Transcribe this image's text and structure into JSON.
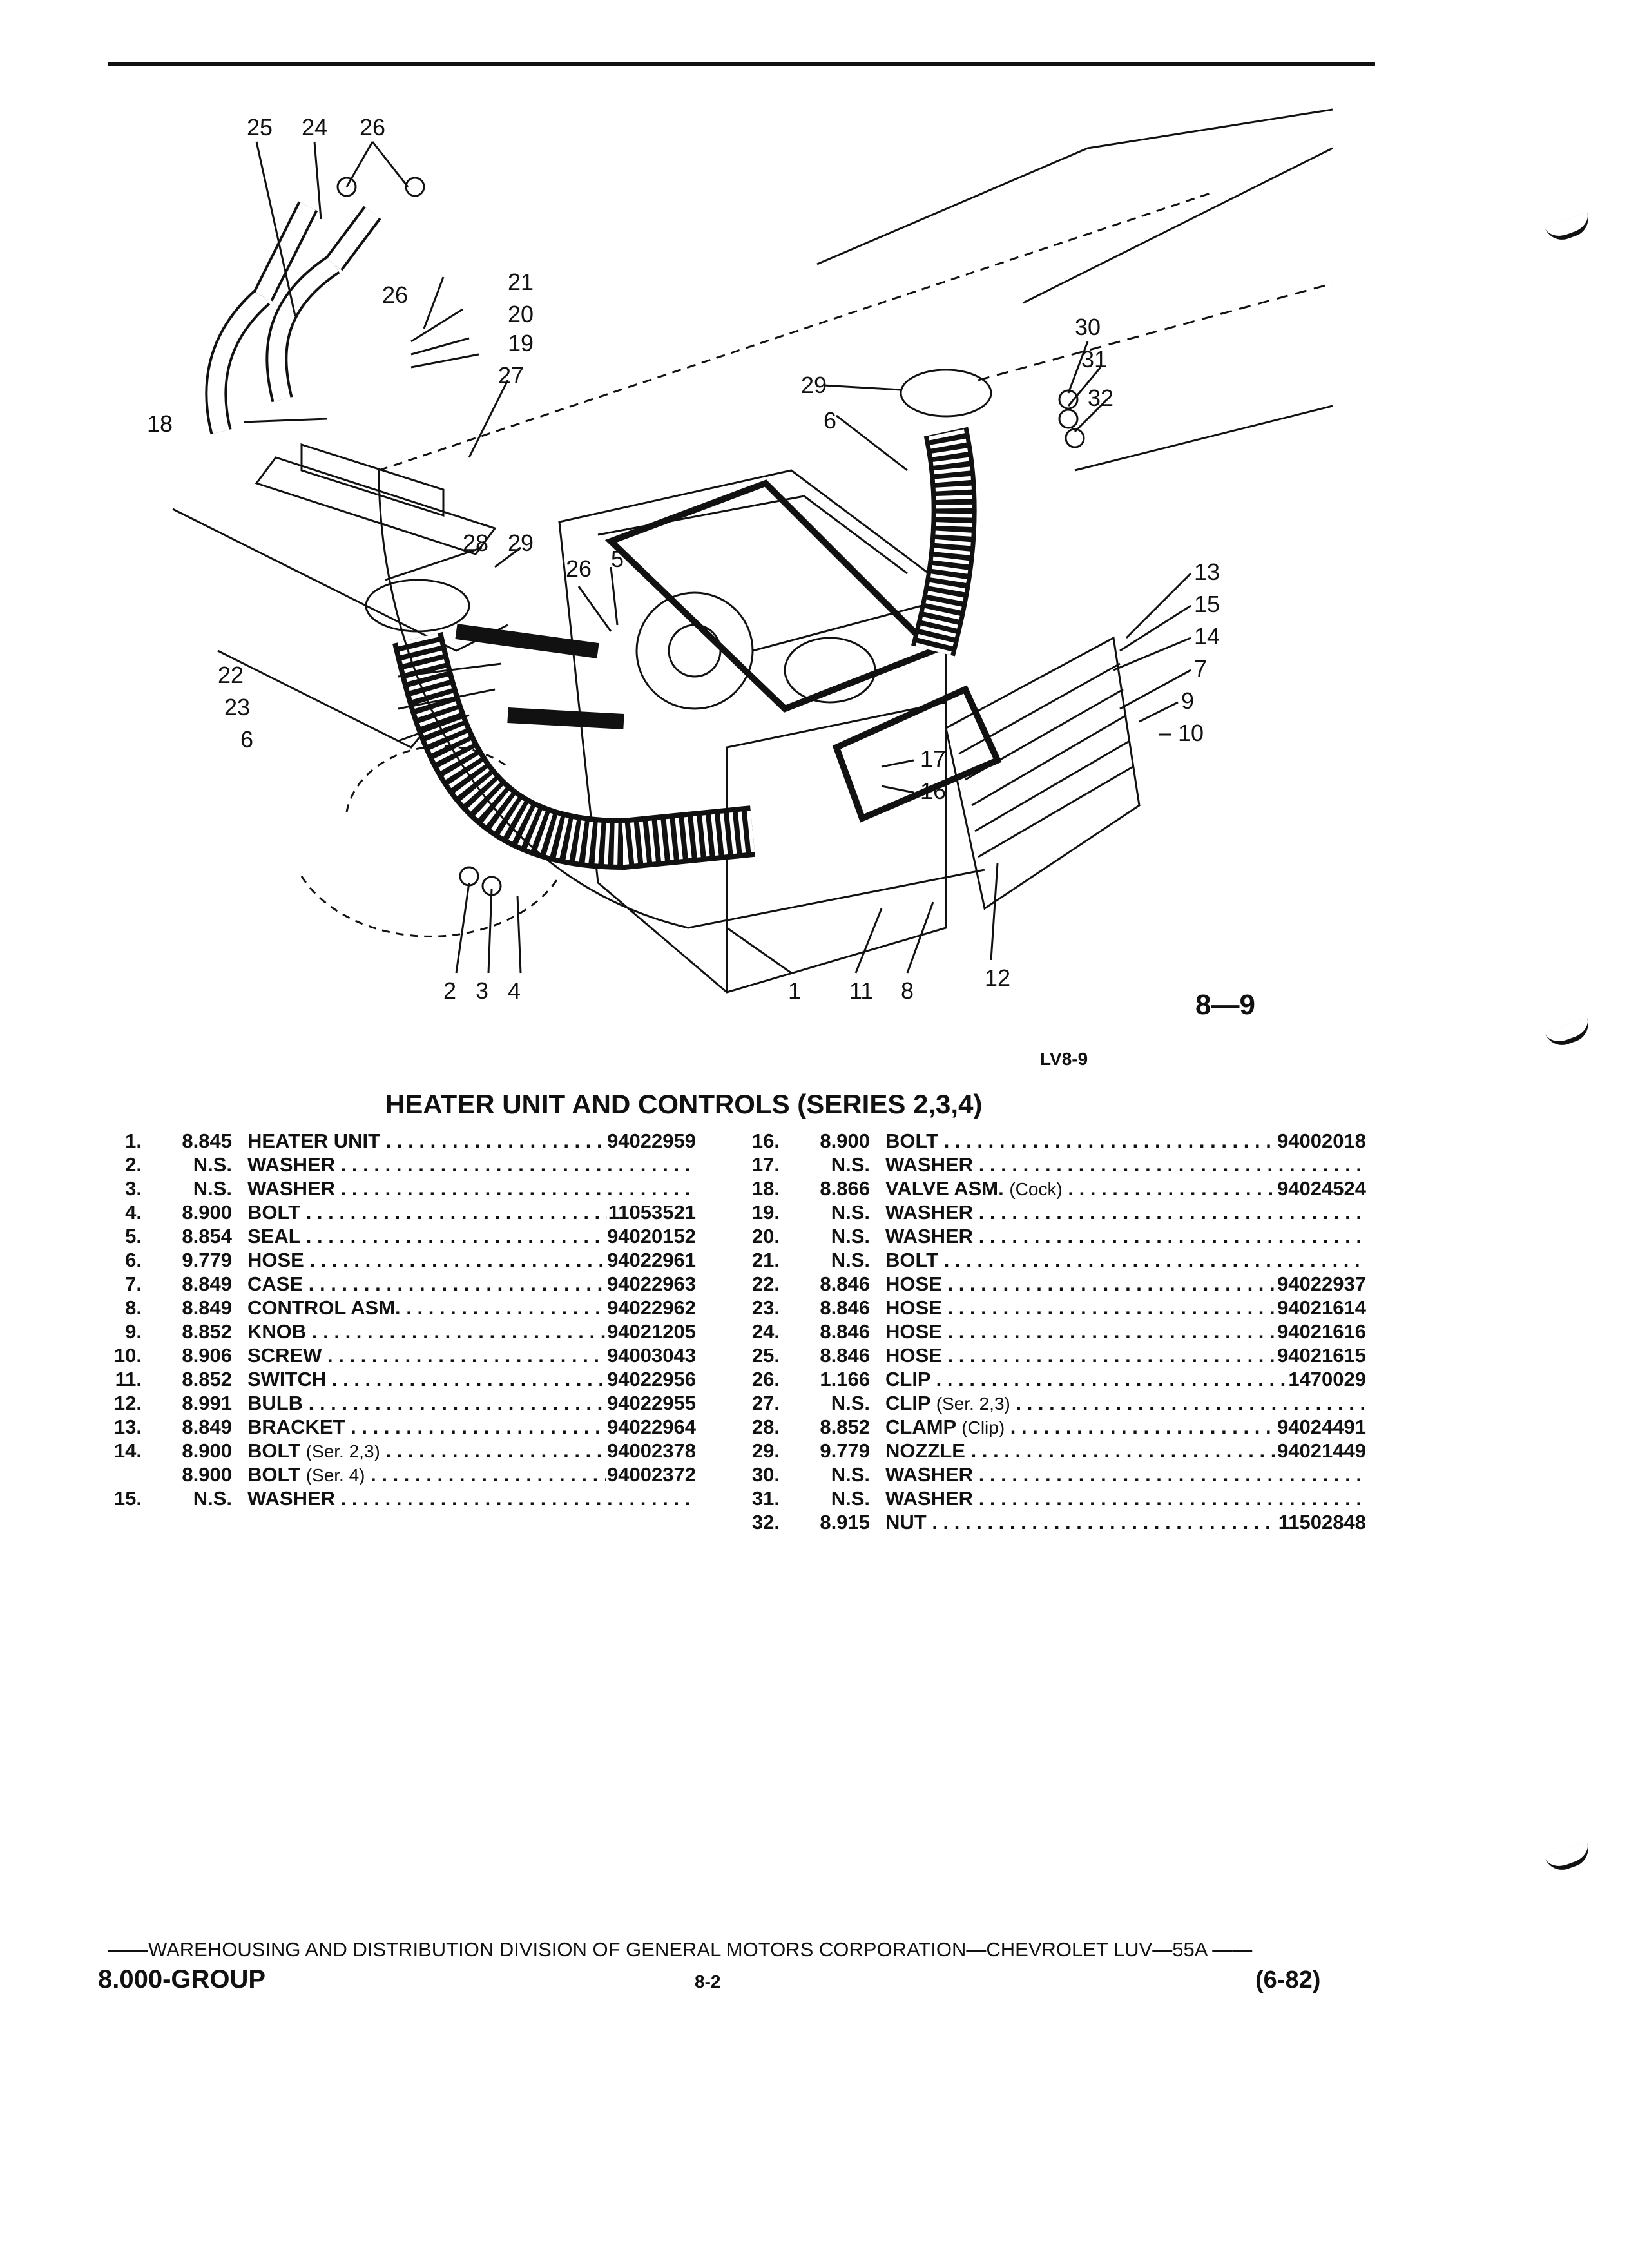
{
  "figure": {
    "page_number": "8—9",
    "code": "LV8-9",
    "callouts": [
      "25",
      "24",
      "26",
      "26",
      "21",
      "20",
      "19",
      "18",
      "27",
      "30",
      "31",
      "32",
      "29",
      "6",
      "28",
      "29",
      "26",
      "5",
      "13",
      "15",
      "14",
      "7",
      "9",
      "10",
      "22",
      "23",
      "6",
      "17",
      "16",
      "2",
      "3",
      "4",
      "1",
      "11",
      "8",
      "12"
    ]
  },
  "parts_list": {
    "title": "HEATER UNIT AND CONTROLS (SERIES 2,3,4)",
    "left": [
      {
        "idx": "1.",
        "group": "8.845",
        "desc": "HEATER UNIT",
        "note": "",
        "pn": "94022959"
      },
      {
        "idx": "2.",
        "group": "N.S.",
        "desc": "WASHER",
        "note": "",
        "pn": ""
      },
      {
        "idx": "3.",
        "group": "N.S.",
        "desc": "WASHER",
        "note": "",
        "pn": ""
      },
      {
        "idx": "4.",
        "group": "8.900",
        "desc": "BOLT",
        "note": "",
        "pn": "11053521"
      },
      {
        "idx": "5.",
        "group": "8.854",
        "desc": "SEAL",
        "note": "",
        "pn": "94020152"
      },
      {
        "idx": "6.",
        "group": "9.779",
        "desc": "HOSE",
        "note": "",
        "pn": "94022961"
      },
      {
        "idx": "7.",
        "group": "8.849",
        "desc": "CASE",
        "note": "",
        "pn": "94022963"
      },
      {
        "idx": "8.",
        "group": "8.849",
        "desc": "CONTROL ASM.",
        "note": "",
        "pn": "94022962"
      },
      {
        "idx": "9.",
        "group": "8.852",
        "desc": "KNOB",
        "note": "",
        "pn": "94021205"
      },
      {
        "idx": "10.",
        "group": "8.906",
        "desc": "SCREW",
        "note": "",
        "pn": "94003043"
      },
      {
        "idx": "11.",
        "group": "8.852",
        "desc": "SWITCH",
        "note": "",
        "pn": "94022956"
      },
      {
        "idx": "12.",
        "group": "8.991",
        "desc": "BULB",
        "note": "",
        "pn": "94022955"
      },
      {
        "idx": "13.",
        "group": "8.849",
        "desc": "BRACKET",
        "note": "",
        "pn": "94022964"
      },
      {
        "idx": "14.",
        "group": "8.900",
        "desc": "BOLT",
        "note": "(Ser. 2,3)",
        "pn": "94002378"
      },
      {
        "idx": "",
        "group": "8.900",
        "desc": "BOLT",
        "note": "(Ser. 4)",
        "pn": "94002372"
      },
      {
        "idx": "15.",
        "group": "N.S.",
        "desc": "WASHER",
        "note": "",
        "pn": ""
      }
    ],
    "right": [
      {
        "idx": "16.",
        "group": "8.900",
        "desc": "BOLT",
        "note": "",
        "pn": "94002018"
      },
      {
        "idx": "17.",
        "group": "N.S.",
        "desc": "WASHER",
        "note": "",
        "pn": ""
      },
      {
        "idx": "18.",
        "group": "8.866",
        "desc": "VALVE ASM.",
        "note": "(Cock)",
        "pn": "94024524"
      },
      {
        "idx": "19.",
        "group": "N.S.",
        "desc": "WASHER",
        "note": "",
        "pn": ""
      },
      {
        "idx": "20.",
        "group": "N.S.",
        "desc": "WASHER",
        "note": "",
        "pn": ""
      },
      {
        "idx": "21.",
        "group": "N.S.",
        "desc": "BOLT",
        "note": "",
        "pn": ""
      },
      {
        "idx": "22.",
        "group": "8.846",
        "desc": "HOSE",
        "note": "",
        "pn": "94022937"
      },
      {
        "idx": "23.",
        "group": "8.846",
        "desc": "HOSE",
        "note": "",
        "pn": "94021614"
      },
      {
        "idx": "24.",
        "group": "8.846",
        "desc": "HOSE",
        "note": "",
        "pn": "94021616"
      },
      {
        "idx": "25.",
        "group": "8.846",
        "desc": "HOSE",
        "note": "",
        "pn": "94021615"
      },
      {
        "idx": "26.",
        "group": "1.166",
        "desc": "CLIP",
        "note": "",
        "pn": "1470029"
      },
      {
        "idx": "27.",
        "group": "N.S.",
        "desc": "CLIP",
        "note": "(Ser. 2,3)",
        "pn": ""
      },
      {
        "idx": "28.",
        "group": "8.852",
        "desc": "CLAMP",
        "note": "(Clip)",
        "pn": "94024491"
      },
      {
        "idx": "29.",
        "group": "9.779",
        "desc": "NOZZLE",
        "note": "",
        "pn": "94021449"
      },
      {
        "idx": "30.",
        "group": "N.S.",
        "desc": "WASHER",
        "note": "",
        "pn": ""
      },
      {
        "idx": "31.",
        "group": "N.S.",
        "desc": "WASHER",
        "note": "",
        "pn": ""
      },
      {
        "idx": "32.",
        "group": "8.915",
        "desc": "NUT",
        "note": "",
        "pn": "11502848"
      }
    ]
  },
  "footer": {
    "division": "——WAREHOUSING AND DISTRIBUTION  DIVISION OF GENERAL MOTORS CORPORATION—CHEVROLET LUV—55A  ——",
    "group": "8.000-GROUP",
    "page": "8-2",
    "date": "(6-82)"
  }
}
